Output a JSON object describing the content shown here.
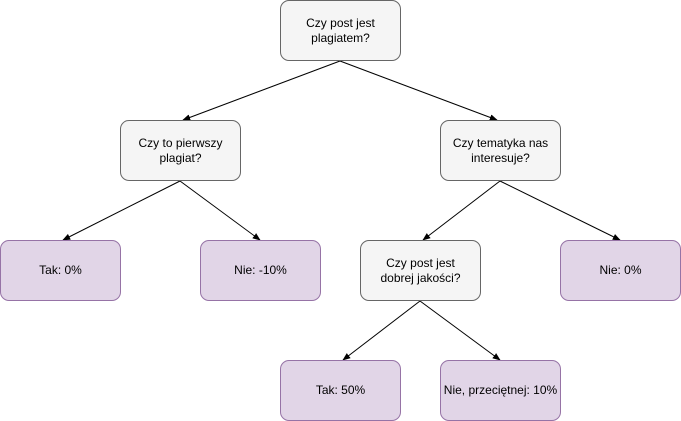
{
  "colors": {
    "question_fill": "#f5f5f5",
    "question_stroke": "#666666",
    "leaf_fill": "#e1d5e7",
    "leaf_stroke": "#9673a6",
    "edge": "#000000"
  },
  "nodes": {
    "root": "Czy post jest plagiatem?",
    "first": "Czy to pierwszy plagiat?",
    "topic": "Czy tematyka nas interesuje?",
    "tak0": "Tak: 0%",
    "nie10": "Nie: -10%",
    "quality": "Czy post jest dobrej jakości?",
    "nie0": "Nie: 0%",
    "tak50": "Tak: 50%",
    "avg10": "Nie, przeciętnej: 10%"
  }
}
